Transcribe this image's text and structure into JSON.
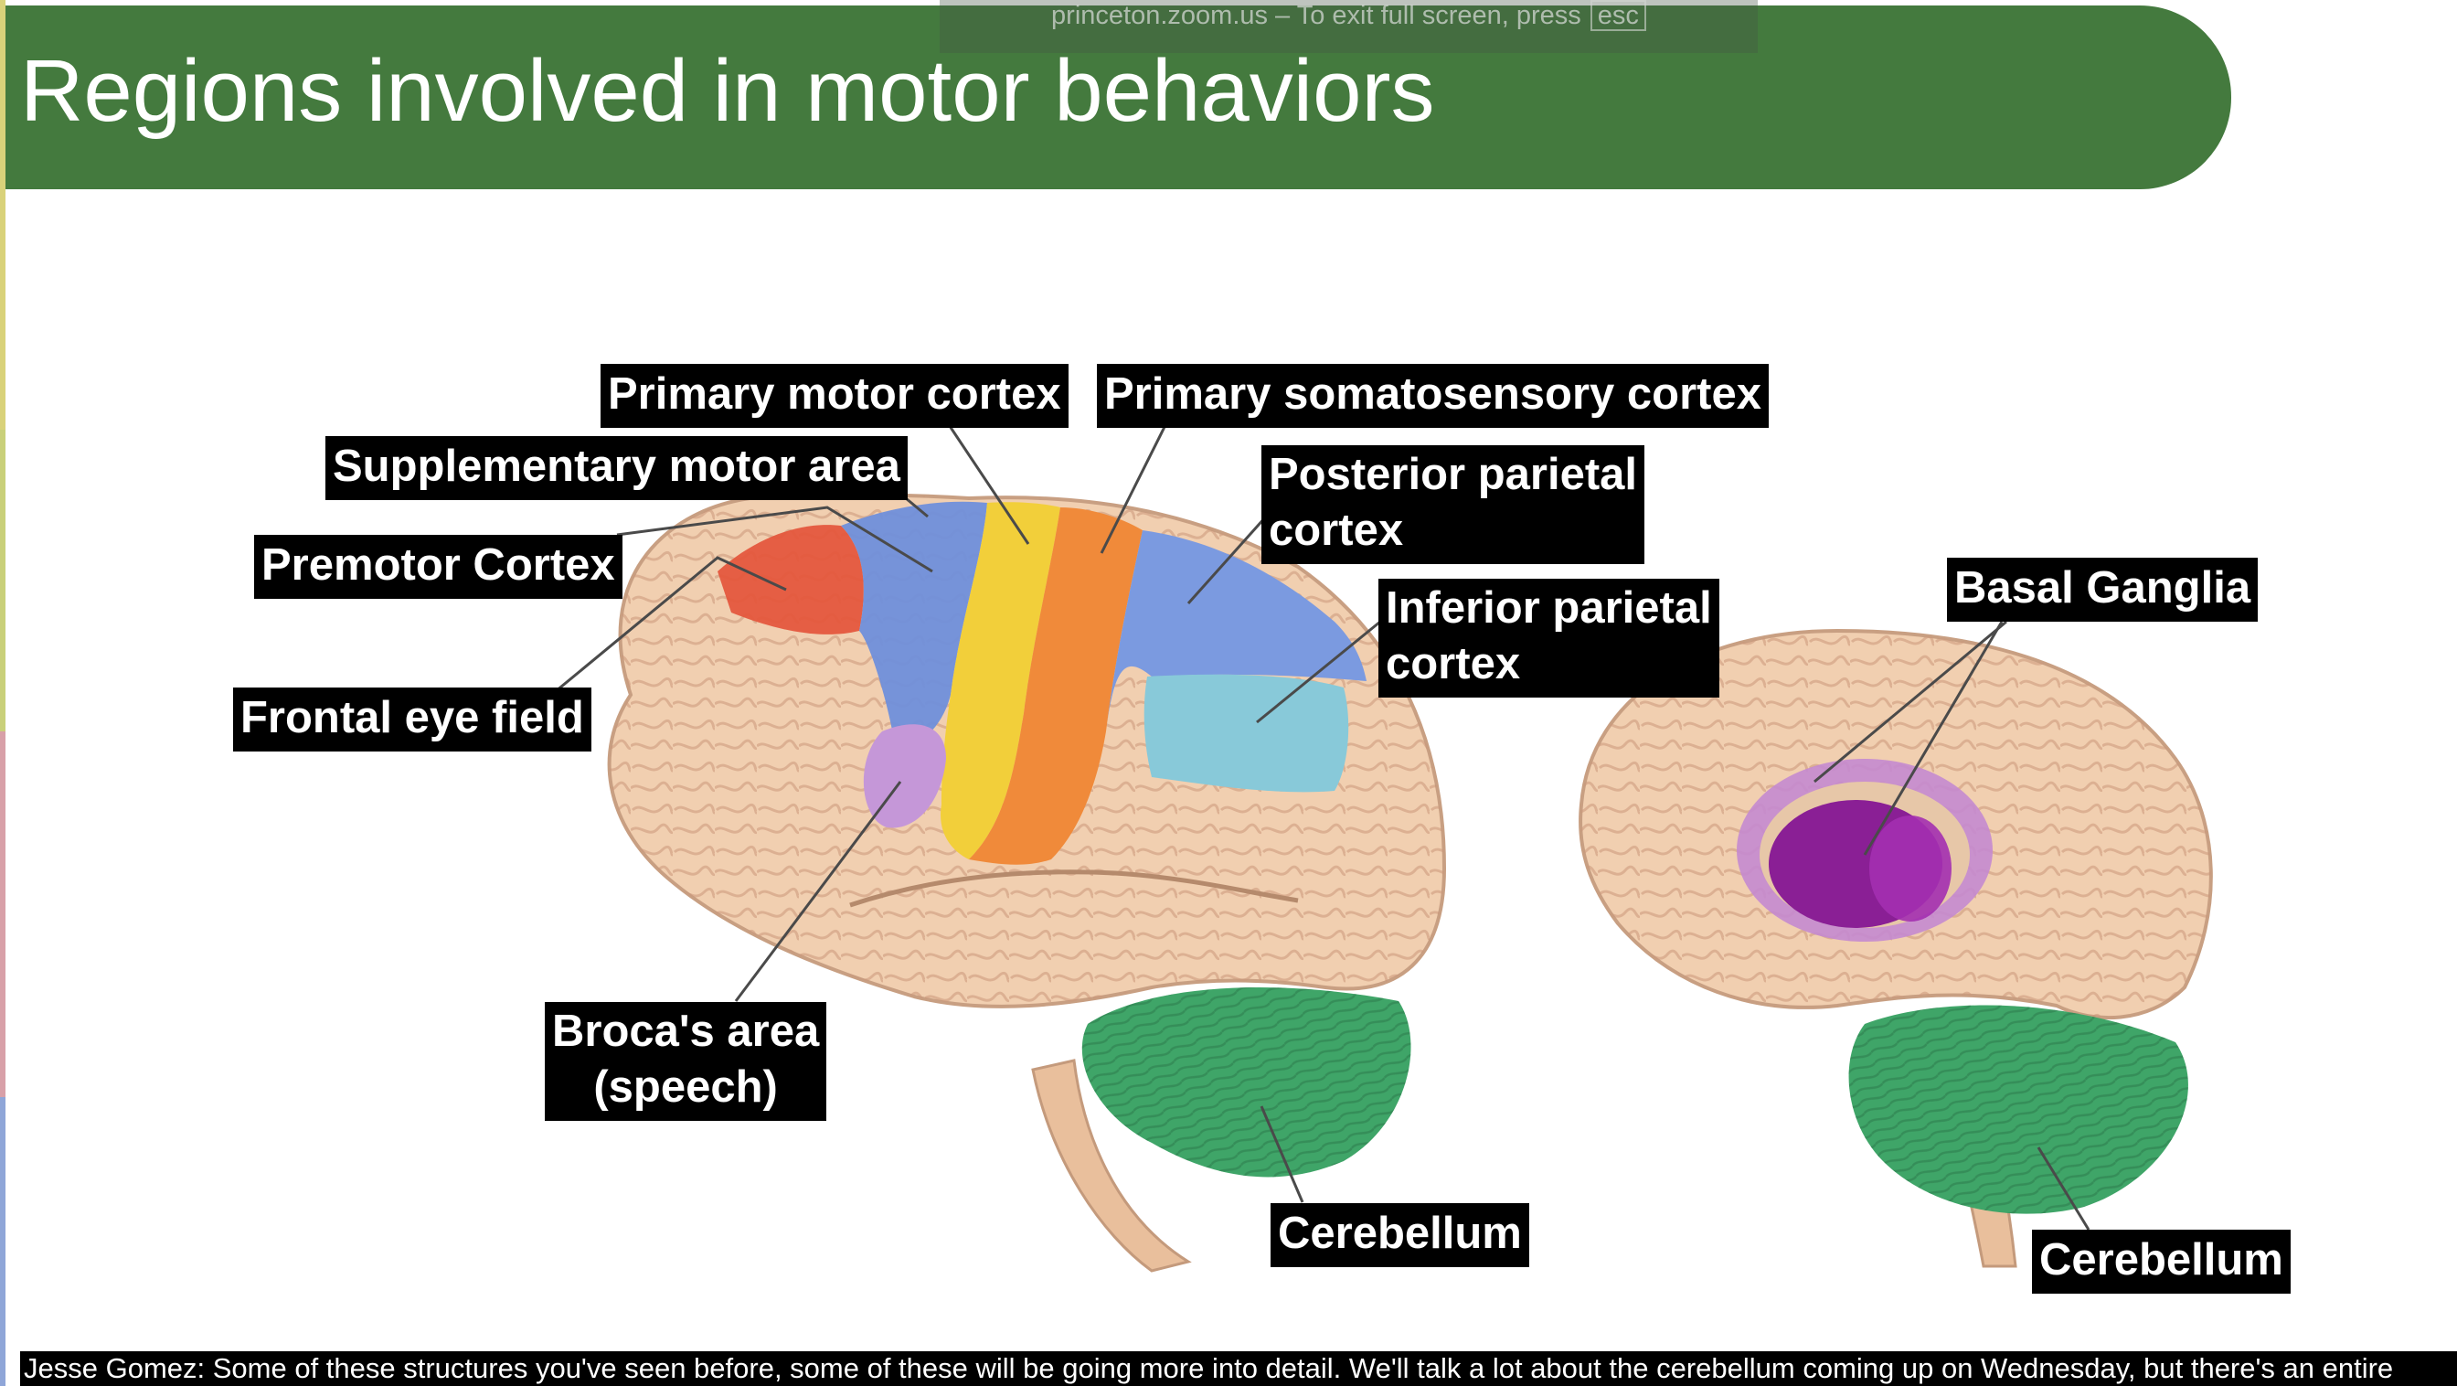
{
  "slide": {
    "title": "Regions involved in motor behaviors"
  },
  "zoom_notice": {
    "text": "princeton.zoom.us – To exit full screen, press",
    "key": "esc"
  },
  "labels": {
    "primary_motor_cortex": "Primary motor cortex",
    "primary_somatosensory_cortex": "Primary somatosensory cortex",
    "supplementary_motor_area": "Supplementary motor area",
    "posterior_parietal_cortex_line1": "Posterior parietal",
    "posterior_parietal_cortex_line2": "cortex",
    "premotor_cortex": "Premotor Cortex",
    "inferior_parietal_cortex_line1": "Inferior parietal",
    "inferior_parietal_cortex_line2": "cortex",
    "basal_ganglia": "Basal Ganglia",
    "frontal_eye_field": "Frontal eye field",
    "brocas_area_line1": "Broca's area",
    "brocas_area_line2": "(speech)",
    "cerebellum_left": "Cerebellum",
    "cerebellum_right": "Cerebellum"
  },
  "caption": {
    "text": "Jesse Gomez: Some of these structures you've seen before, some of these will be going more into detail. We'll talk a lot about the cerebellum coming up on Wednesday, but there's an entire"
  },
  "colors": {
    "banner": "#447a3e",
    "premotor": "#e4553b",
    "supplementary": "#6f8fdb",
    "motor": "#f2cf3a",
    "somatosensory": "#f08a3a",
    "parietal": "#7b9ae0",
    "inferior_parietal": "#88c9d9",
    "broca": "#c597d8",
    "cerebellum": "#3fa568",
    "basal_ganglia": "#8a1f95",
    "brain": "#f1cfb0"
  }
}
